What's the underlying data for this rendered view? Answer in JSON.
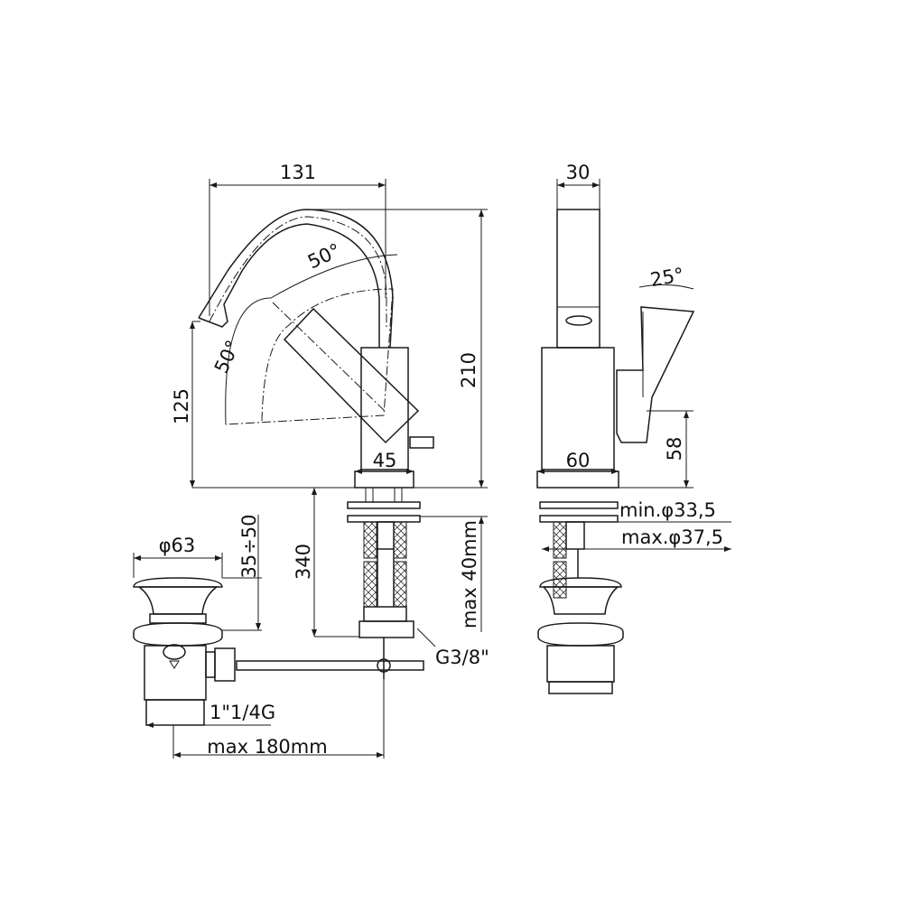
{
  "dimensions": {
    "front_width": "131",
    "total_height": "210",
    "spout_height": "125",
    "spout_angle_top": "50°",
    "spout_angle_left": "50°",
    "body_width_front": "45",
    "hose_length": "340",
    "max_deck_thickness": "max 40mm",
    "hose_thread": "G3/8\"",
    "drain_diameter": "φ63",
    "drain_range": "35÷50",
    "drain_thread": "1\"1/4G",
    "max_rod_distance": "max 180mm",
    "side_width": "30",
    "lever_angle": "25°",
    "lever_height": "58",
    "body_width_side": "60",
    "hole_min": "min.φ33,5",
    "hole_max": "max.φ37,5"
  }
}
